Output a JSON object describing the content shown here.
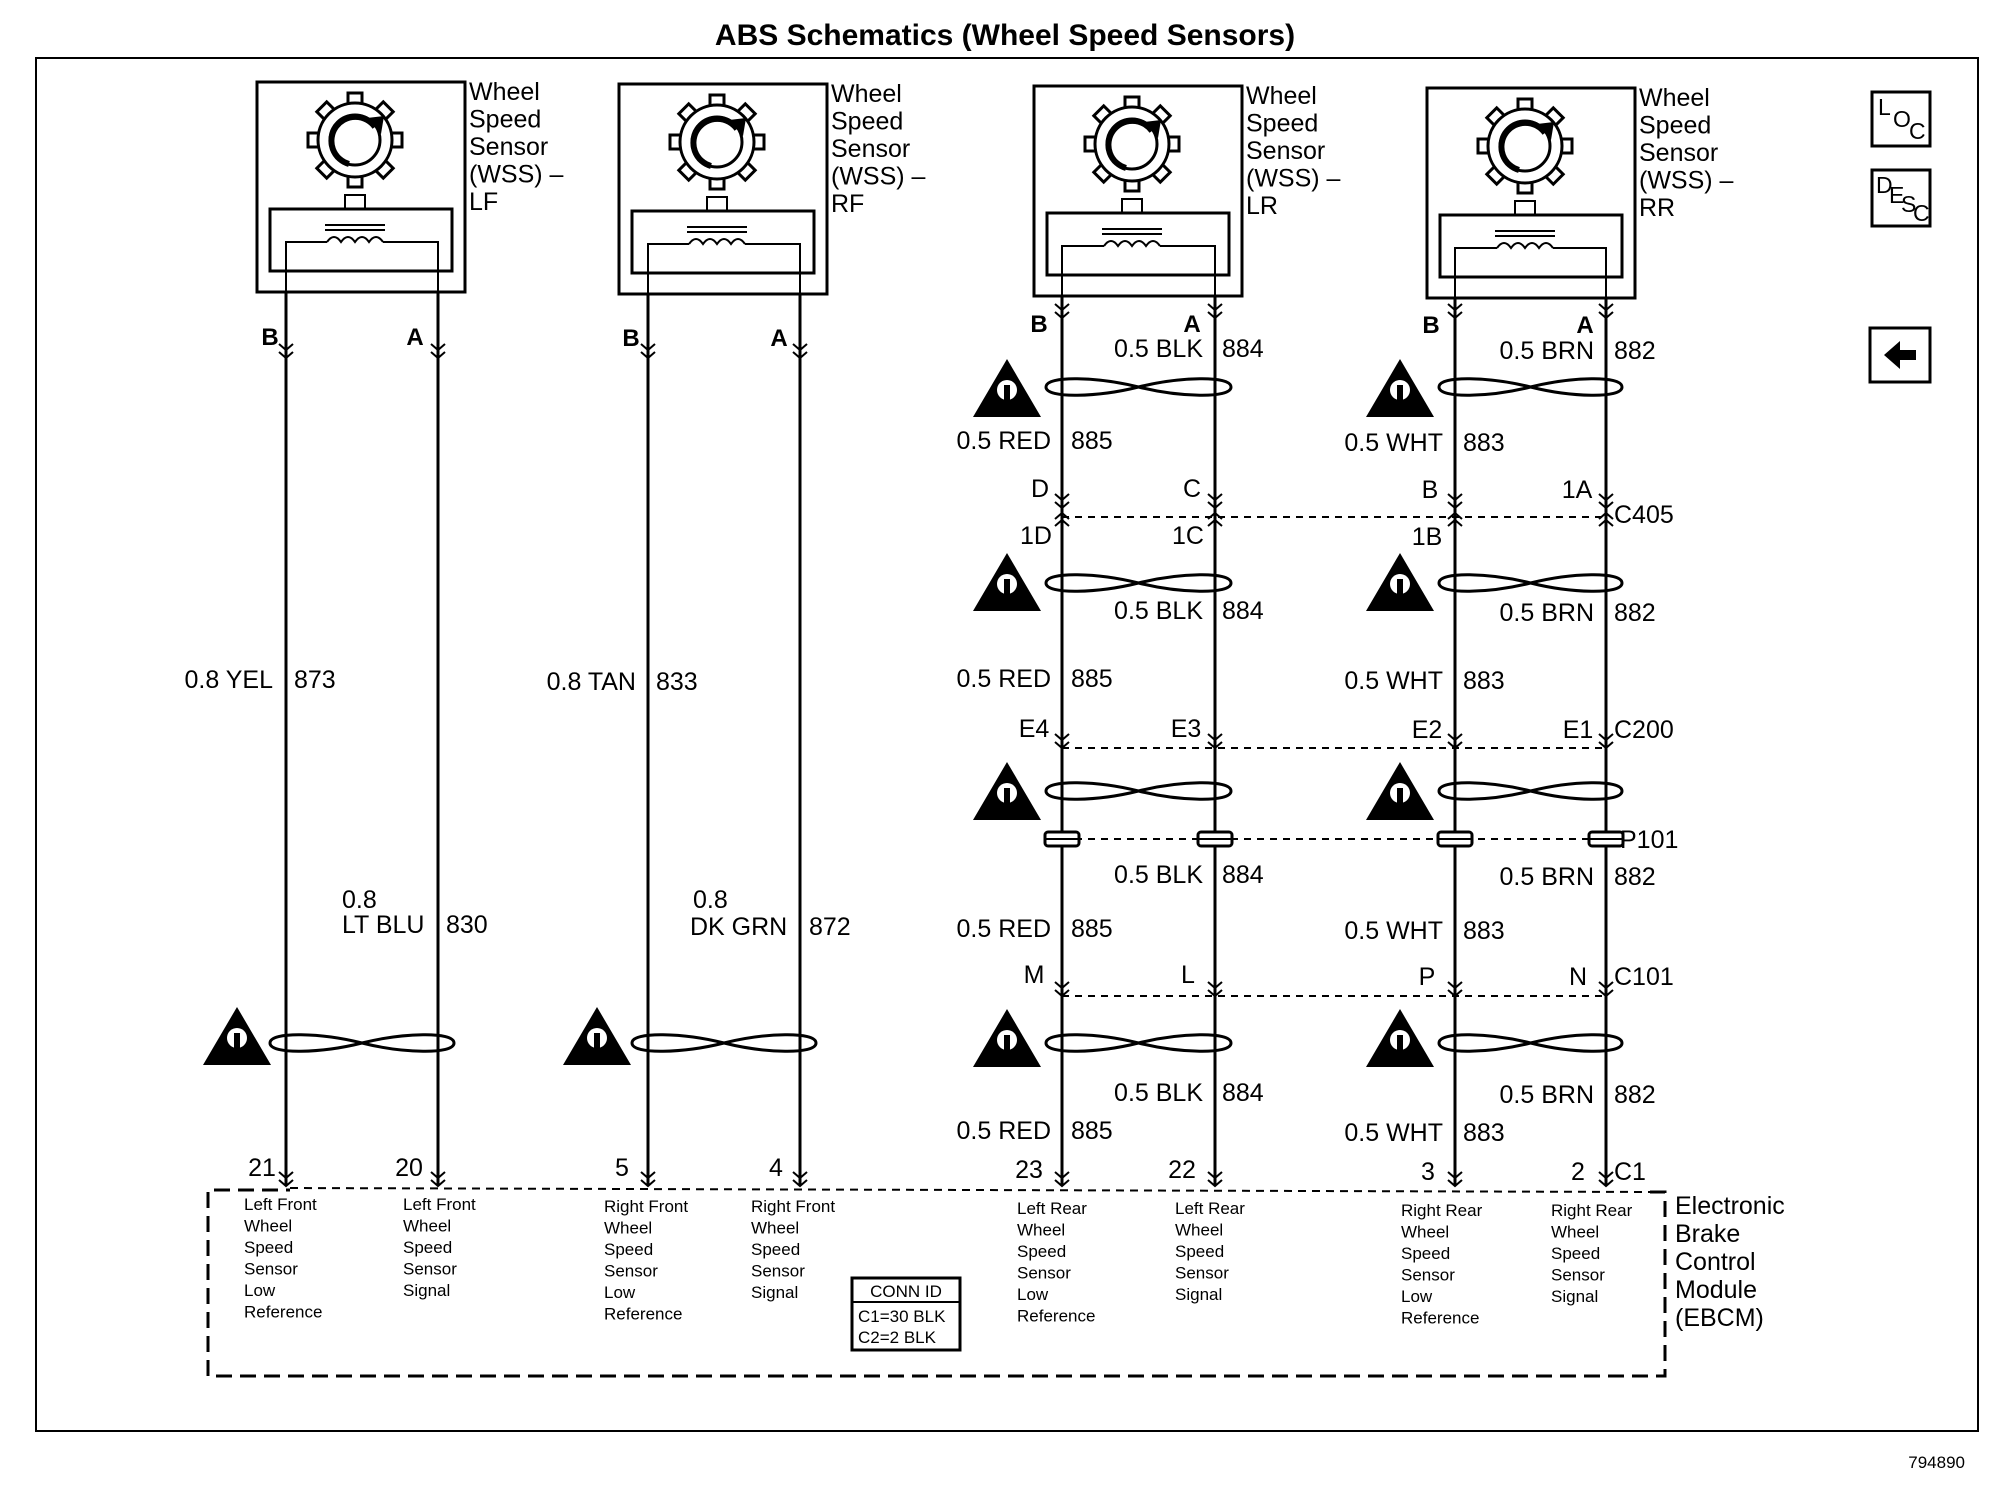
{
  "title": "ABS Schematics (Wheel Speed Sensors)",
  "figure_id": "794890",
  "nav": {
    "loc": [
      "L",
      "O",
      "C"
    ],
    "desc": [
      "D",
      "E",
      "S",
      "C"
    ],
    "back_icon": "left-arrow-icon"
  },
  "sensors": [
    {
      "id": "lf",
      "lines": [
        "Wheel",
        "Speed",
        "Sensor",
        "(WSS) –",
        "LF"
      ],
      "pin_b": "B",
      "pin_a": "A"
    },
    {
      "id": "rf",
      "lines": [
        "Wheel",
        "Speed",
        "Sensor",
        "(WSS) –",
        "RF"
      ],
      "pin_b": "B",
      "pin_a": "A"
    },
    {
      "id": "lr",
      "lines": [
        "Wheel",
        "Speed",
        "Sensor",
        "(WSS) –",
        "LR"
      ],
      "pin_b": "B",
      "pin_a": "A"
    },
    {
      "id": "rr",
      "lines": [
        "Wheel",
        "Speed",
        "Sensor",
        "(WSS) –",
        "RR"
      ],
      "pin_b": "B",
      "pin_a": "A"
    }
  ],
  "front_wires": {
    "lf_low": {
      "gauge_color": "0.8 YEL",
      "circuit": "873"
    },
    "lf_sig": {
      "gauge": "0.8",
      "color": "LT BLU",
      "circuit": "830"
    },
    "rf_low": {
      "gauge_color": "0.8 TAN",
      "circuit": "833"
    },
    "rf_sig": {
      "gauge": "0.8",
      "color": "DK GRN",
      "circuit": "872"
    }
  },
  "rear_wires": {
    "lr_sig": {
      "gauge_color": "0.5 BLK",
      "circuit": "884"
    },
    "lr_low": {
      "gauge_color": "0.5 RED",
      "circuit": "885"
    },
    "rr_sig": {
      "gauge_color": "0.5 BRN",
      "circuit": "882"
    },
    "rr_low": {
      "gauge_color": "0.5 WHT",
      "circuit": "883"
    }
  },
  "connectors": {
    "c405": {
      "name": "C405",
      "top": [
        "D",
        "C",
        "B",
        "1A"
      ],
      "bottom": [
        "1D",
        "1C",
        "1B"
      ]
    },
    "c200": {
      "name": "C200",
      "pins": [
        "E4",
        "E3",
        "E2",
        "E1"
      ]
    },
    "p101": {
      "name": "P101"
    },
    "c101": {
      "name": "C101",
      "pins": [
        "M",
        "L",
        "P",
        "N"
      ]
    },
    "c1": {
      "name": "C1",
      "pins": [
        "21",
        "20",
        "5",
        "4",
        "23",
        "22",
        "3",
        "2"
      ]
    }
  },
  "ebcm": {
    "name_lines": [
      "Electronic",
      "Brake",
      "Control",
      "Module",
      "(EBCM)"
    ],
    "functions": [
      [
        "Left Front",
        "Wheel",
        "Speed",
        "Sensor",
        "Low",
        "Reference"
      ],
      [
        "Left Front",
        "Wheel",
        "Speed",
        "Sensor",
        "Signal"
      ],
      [
        "Right Front",
        "Wheel",
        "Speed",
        "Sensor",
        "Low",
        "Reference"
      ],
      [
        "Right Front",
        "Wheel",
        "Speed",
        "Sensor",
        "Signal"
      ],
      [
        "Left Rear",
        "Wheel",
        "Speed",
        "Sensor",
        "Low",
        "Reference"
      ],
      [
        "Left Rear",
        "Wheel",
        "Speed",
        "Sensor",
        "Signal"
      ],
      [
        "Right Rear",
        "Wheel",
        "Speed",
        "Sensor",
        "Low",
        "Reference"
      ],
      [
        "Right Rear",
        "Wheel",
        "Speed",
        "Sensor",
        "Signal"
      ]
    ],
    "conn_id": {
      "heading": "CONN ID",
      "lines": [
        "C1=30 BLK",
        "C2=2 BLK"
      ]
    }
  }
}
